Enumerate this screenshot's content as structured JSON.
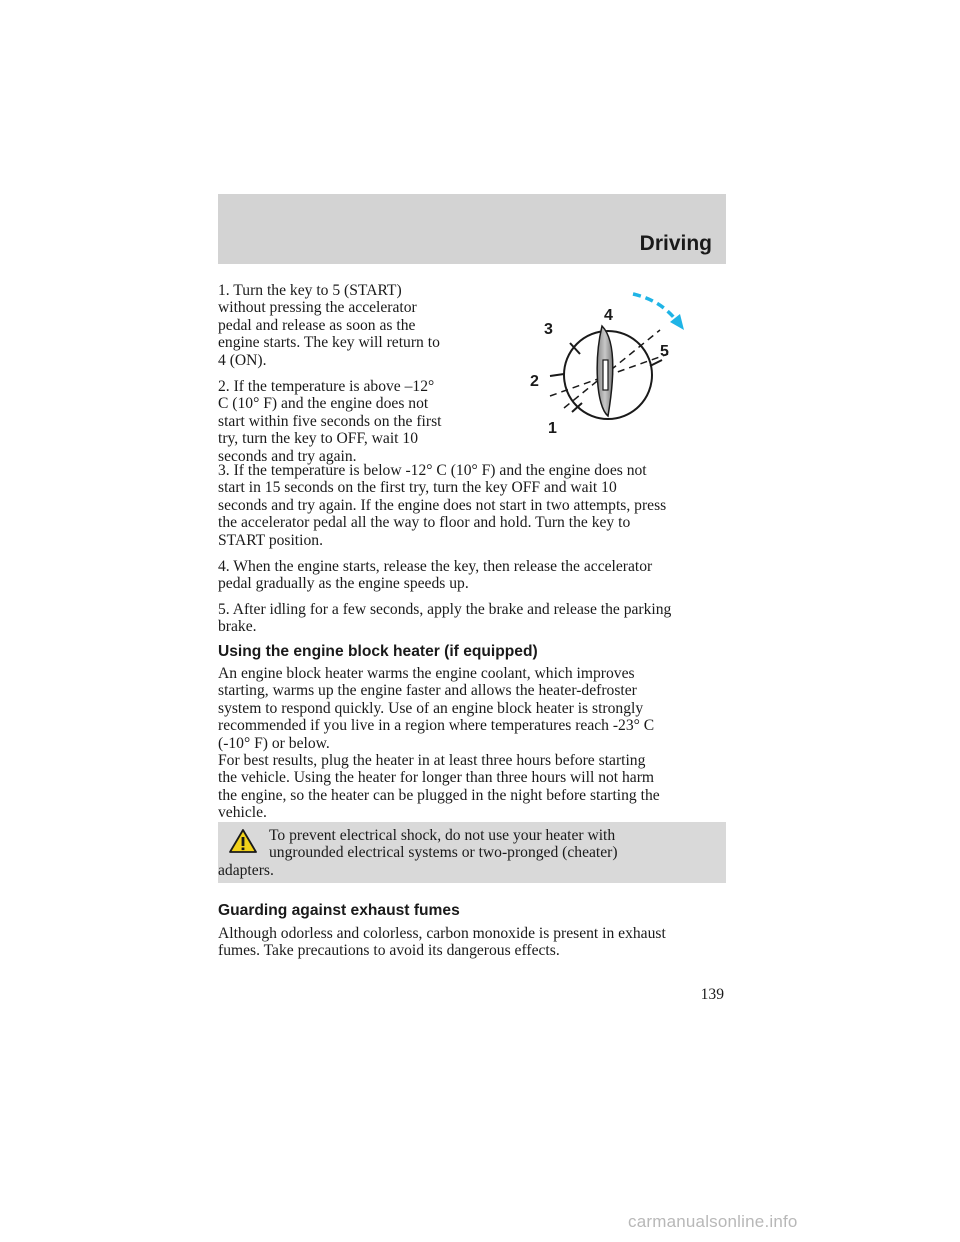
{
  "header": {
    "section_title": "Driving"
  },
  "steps": {
    "s1": "1. Turn the key to 5 (START)\nwithout pressing the accelerator\npedal and release as soon as the\nengine starts. The key will return to\n4 (ON).",
    "s2": "2. If the temperature is above –12°\nC (10° F) and the engine does not\nstart within five seconds on the first\ntry, turn the key to OFF, wait 10\nseconds and try again.",
    "s3": "3. If the temperature is below -12° C (10° F) and the engine does not\nstart in 15 seconds on the first try, turn the key OFF and wait 10\nseconds and try again. If the engine does not start in two attempts, press\nthe accelerator pedal all the way to floor and hold. Turn the key to\nSTART position.",
    "s4": "4. When the engine starts, release the key, then release the accelerator\npedal gradually as the engine speeds up.",
    "s5": "5. After idling for a few seconds, apply the brake and release the parking\nbrake."
  },
  "diagram": {
    "labels": [
      "1",
      "2",
      "3",
      "4",
      "5"
    ],
    "arrow_color": "#1fb4e6"
  },
  "block_heater": {
    "heading": "Using the engine block heater (if equipped)",
    "p1": "An engine block heater warms the engine coolant, which improves\nstarting, warms up the engine faster and allows the heater-defroster\nsystem to respond quickly. Use of an engine block heater is strongly\nrecommended if you live in a region where temperatures reach -23° C\n(-10° F) or below.",
    "p2": "For best results, plug the heater in at least three hours before starting\nthe vehicle. Using the heater for longer than three hours will not harm\nthe engine, so the heater can be plugged in the night before starting the\nvehicle."
  },
  "warning": {
    "line1": "To prevent electrical shock, do not use your heater with",
    "line2": "ungrounded electrical systems or two-pronged (cheater)",
    "line3": "adapters.",
    "icon_color": "#f2d21a"
  },
  "exhaust": {
    "heading": "Guarding against exhaust fumes",
    "p1": "Although odorless and colorless, carbon monoxide is present in exhaust\nfumes. Take precautions to avoid its dangerous effects."
  },
  "footer": {
    "page_number": "139",
    "watermark": "carmanualsonline.info"
  }
}
